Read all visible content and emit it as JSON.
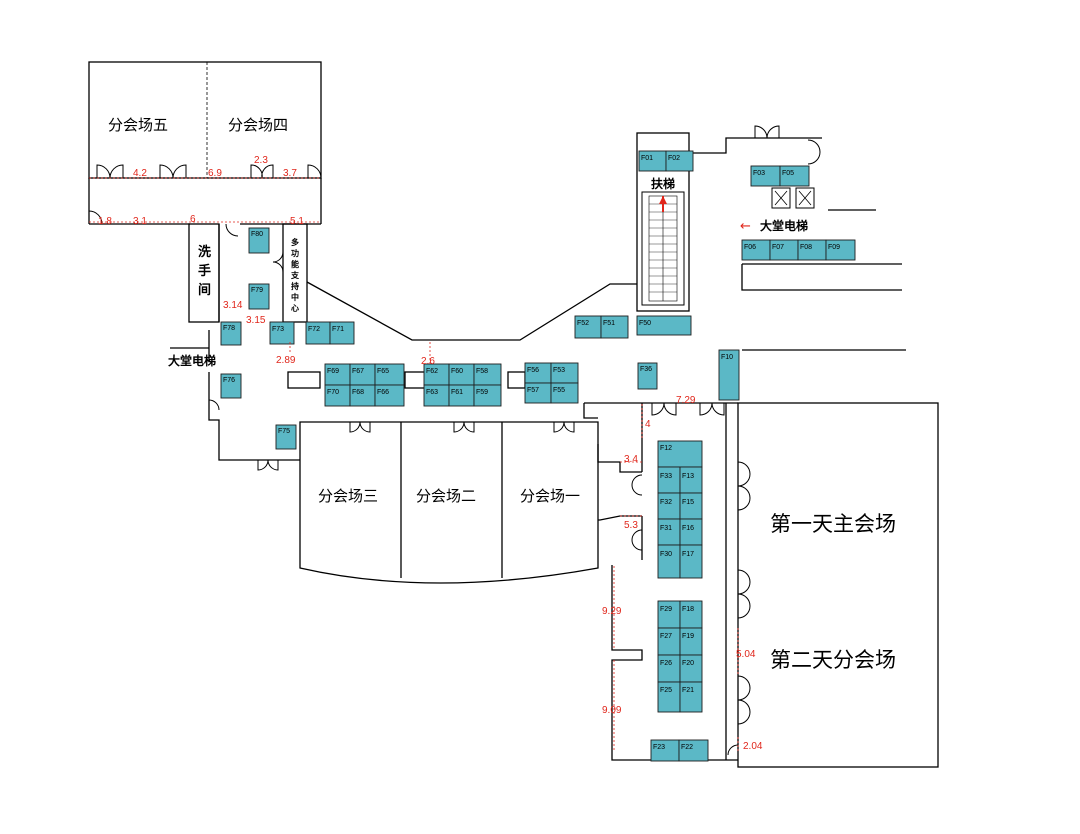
{
  "rooms": {
    "fenhuichang5": "分会场五",
    "fenhuichang4": "分会场四",
    "fenhuichang3": "分会场三",
    "fenhuichang2": "分会场二",
    "fenhuichang1": "分会场一",
    "main_day1": "第一天主会场",
    "sub_day2": "第二天分会场"
  },
  "labels": {
    "restroom": [
      "洗",
      "手",
      "间"
    ],
    "multi_support": [
      "多",
      "功",
      "能",
      "支",
      "持",
      "中",
      "心"
    ],
    "escalator": "扶梯",
    "lobby_elevator_right": "大堂电梯",
    "lobby_elevator_left": "大堂电梯",
    "arrow": "←"
  },
  "booths": [
    "F01",
    "F02",
    "F03",
    "F05",
    "F06",
    "F07",
    "F08",
    "F09",
    "F80",
    "F79",
    "F78",
    "F73",
    "F72",
    "F71",
    "F76",
    "F75",
    "F69",
    "F67",
    "F65",
    "F70",
    "F68",
    "F66",
    "F62",
    "F60",
    "F58",
    "F63",
    "F61",
    "F59",
    "F56",
    "F53",
    "F57",
    "F55",
    "F52",
    "F51",
    "F50",
    "F36",
    "F10",
    "F12",
    "F33",
    "F13",
    "F32",
    "F15",
    "F31",
    "F16",
    "F30",
    "F17",
    "F29",
    "F18",
    "F27",
    "F19",
    "F26",
    "F20",
    "F25",
    "F21",
    "F23",
    "F22"
  ],
  "dimensions": [
    "4.2",
    "6.9",
    "2.3",
    "3.7",
    "1.8",
    "3.1",
    "6",
    "5.1",
    "3.14",
    "3.15",
    "2.89",
    "2.6",
    "7.29",
    "4",
    "3.4",
    "5.3",
    "9.29",
    "9.09",
    "5.04",
    "2.04"
  ],
  "colors": {
    "booth": "#5bb8c6",
    "dimension": "#e0261b",
    "wall": "#000000"
  }
}
